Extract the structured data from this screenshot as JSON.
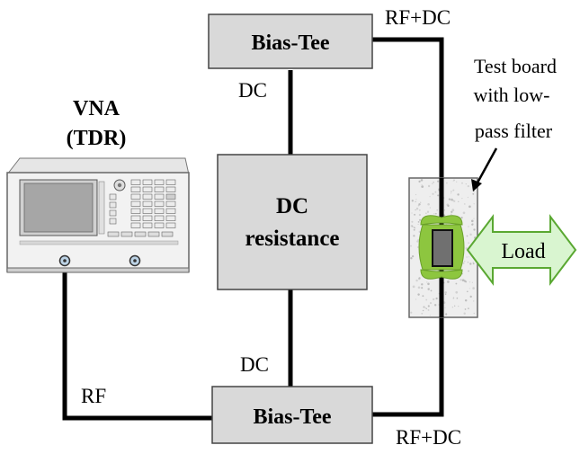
{
  "instrument": {
    "name": "VNA",
    "mode": "(TDR)"
  },
  "bias_tee_top": {
    "label": "Bias-Tee"
  },
  "bias_tee_bottom": {
    "label": "Bias-Tee"
  },
  "dc_resistance": {
    "line1": "DC",
    "line2": "resistance"
  },
  "signals": {
    "dc_top": "DC",
    "dc_bottom": "DC",
    "rf": "RF",
    "rf_dc_top": "RF+DC",
    "rf_dc_bottom": "RF+DC"
  },
  "test_board": {
    "line1": "Test board",
    "line2": "with low-",
    "line3": "pass filter"
  },
  "load": {
    "label": "Load"
  },
  "colors": {
    "box_fill": "#d9d9d9",
    "wire": "#000000",
    "filter_green": "#8dc63f",
    "load_fill": "#d9f5d0",
    "load_stroke": "#5aa832",
    "board_fill": "#eeeeee",
    "component_fill": "#707070"
  }
}
